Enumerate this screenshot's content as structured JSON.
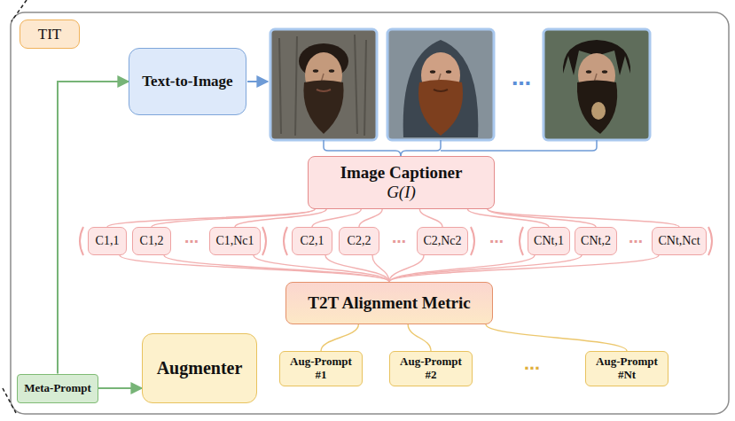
{
  "diagram": {
    "nodes": [
      {
        "text": [
          "TIT"
        ]
      },
      {
        "text": [
          "Text-to-Image"
        ]
      },
      {
        "text": [
          "Image Captioner",
          "G(I)"
        ]
      },
      {
        "text": [
          "C1,1"
        ]
      },
      {
        "text": [
          "C1,2"
        ]
      },
      {
        "text": [
          "C1,Nc1"
        ]
      },
      {
        "text": [
          "C2,1"
        ]
      },
      {
        "text": [
          "C2,2"
        ]
      },
      {
        "text": [
          "C2,Nc2"
        ]
      },
      {
        "text": [
          "CNt,1"
        ]
      },
      {
        "text": [
          "CNt,2"
        ]
      },
      {
        "text": [
          "CNt,Nct"
        ]
      },
      {
        "text": [
          "T2T Alignment Metric"
        ]
      },
      {
        "text": [
          "Meta-Prompt"
        ]
      },
      {
        "text": [
          "Augmenter"
        ]
      },
      {
        "text": [
          "Aug-Prompt #1"
        ]
      },
      {
        "text": [
          "Aug-Prompt #2"
        ]
      },
      {
        "text": [
          "Aug-Prompt #Nt"
        ]
      }
    ],
    "edges": [
      {
        "from": 13,
        "to": 1,
        "arrow": "to"
      },
      {
        "from": 13,
        "to": 14,
        "arrow": "to"
      },
      {
        "from": 2,
        "to": 3,
        "arrow": "none"
      },
      {
        "from": 2,
        "to": 4,
        "arrow": "none"
      },
      {
        "from": 2,
        "to": 5,
        "arrow": "none"
      },
      {
        "from": 2,
        "to": 6,
        "arrow": "none"
      },
      {
        "from": 2,
        "to": 7,
        "arrow": "none"
      },
      {
        "from": 2,
        "to": 8,
        "arrow": "none"
      },
      {
        "from": 2,
        "to": 9,
        "arrow": "none"
      },
      {
        "from": 2,
        "to": 10,
        "arrow": "none"
      },
      {
        "from": 2,
        "to": 11,
        "arrow": "none"
      },
      {
        "from": 3,
        "to": 12,
        "arrow": "none"
      },
      {
        "from": 4,
        "to": 12,
        "arrow": "none"
      },
      {
        "from": 5,
        "to": 12,
        "arrow": "none"
      },
      {
        "from": 6,
        "to": 12,
        "arrow": "none"
      },
      {
        "from": 7,
        "to": 12,
        "arrow": "none"
      },
      {
        "from": 8,
        "to": 12,
        "arrow": "none"
      },
      {
        "from": 9,
        "to": 12,
        "arrow": "none"
      },
      {
        "from": 10,
        "to": 12,
        "arrow": "none"
      },
      {
        "from": 11,
        "to": 12,
        "arrow": "none"
      },
      {
        "from": 12,
        "to": 15,
        "arrow": "none"
      },
      {
        "from": 12,
        "to": 16,
        "arrow": "none"
      },
      {
        "from": 12,
        "to": 17,
        "arrow": "none"
      }
    ],
    "labels": [
      "…",
      "…",
      "…",
      "…",
      "…",
      "…"
    ]
  }
}
